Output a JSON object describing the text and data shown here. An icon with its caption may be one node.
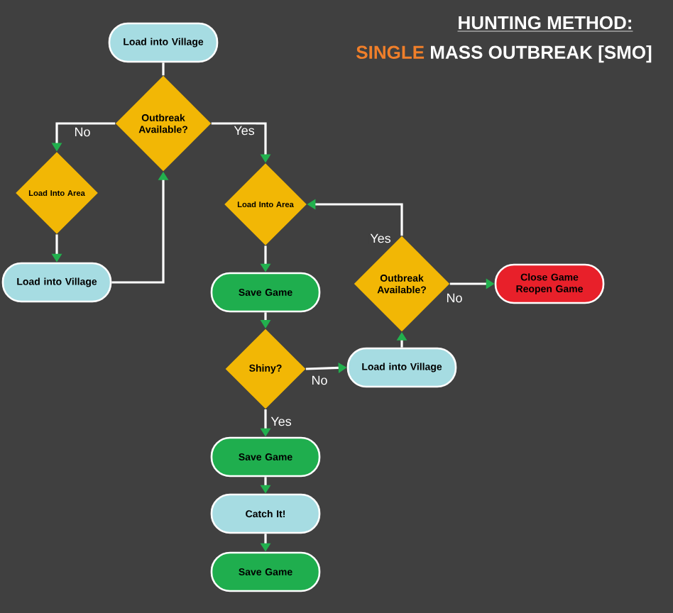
{
  "diagram": {
    "title": "HUNTING METHOD:",
    "nodes": [
      {
        "text": [
          "Load into Village"
        ]
      },
      {
        "text": [
          "Outbreak Available?"
        ]
      },
      {
        "text": [
          "Load Into Area"
        ]
      },
      {
        "text": [
          "Load into Village"
        ]
      },
      {
        "text": [
          "Load Into Area"
        ]
      },
      {
        "text": [
          "Save Game"
        ]
      },
      {
        "text": [
          "Outbreak Available?"
        ]
      },
      {
        "text": [
          "Close Game Reopen Game"
        ]
      },
      {
        "text": [
          "Shiny?"
        ]
      },
      {
        "text": [
          "Load into Village"
        ]
      },
      {
        "text": [
          "Save Game"
        ]
      },
      {
        "text": [
          "Catch It!"
        ]
      },
      {
        "text": [
          "Save Game"
        ]
      }
    ],
    "edges": [
      {
        "from": 0,
        "to": 1,
        "arrow": "none"
      },
      {
        "from": 1,
        "to": 2,
        "arrow": "to",
        "label": "No"
      },
      {
        "from": 1,
        "to": 4,
        "arrow": "to",
        "label": "Yes"
      },
      {
        "from": 2,
        "to": 3,
        "arrow": "to"
      },
      {
        "from": 3,
        "to": 1,
        "arrow": "to"
      },
      {
        "from": 4,
        "to": 5,
        "arrow": "to"
      },
      {
        "from": 5,
        "to": 8,
        "arrow": "to"
      },
      {
        "from": 8,
        "to": 9,
        "arrow": "to",
        "label": "No"
      },
      {
        "from": 9,
        "to": 6,
        "arrow": "to"
      },
      {
        "from": 6,
        "to": 4,
        "arrow": "to",
        "label": "Yes"
      },
      {
        "from": 6,
        "to": 7,
        "arrow": "to",
        "label": "No"
      },
      {
        "from": 8,
        "to": 10,
        "arrow": "to",
        "label": "Yes"
      },
      {
        "from": 10,
        "to": 11,
        "arrow": "to"
      },
      {
        "from": 11,
        "to": 12,
        "arrow": "to"
      }
    ],
    "labels": [
      "SINGLE",
      "MASS OUTBREAK [SMO]"
    ]
  }
}
